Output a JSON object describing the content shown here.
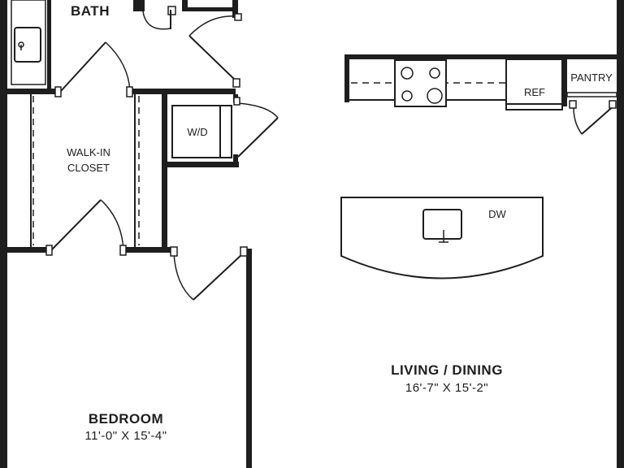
{
  "rooms": {
    "bath": {
      "name": "BATH"
    },
    "walk_in_closet": {
      "name_line1": "WALK-IN",
      "name_line2": "CLOSET"
    },
    "bedroom": {
      "name": "BEDROOM",
      "dimensions": "11'-0\" X 15'-4\""
    },
    "living_dining": {
      "name": "LIVING / DINING",
      "dimensions": "16'-7\" X 15'-2\""
    }
  },
  "fixtures": {
    "washer_dryer": "W/D",
    "refrigerator": "REF",
    "pantry": "PANTRY",
    "dishwasher": "DW"
  }
}
